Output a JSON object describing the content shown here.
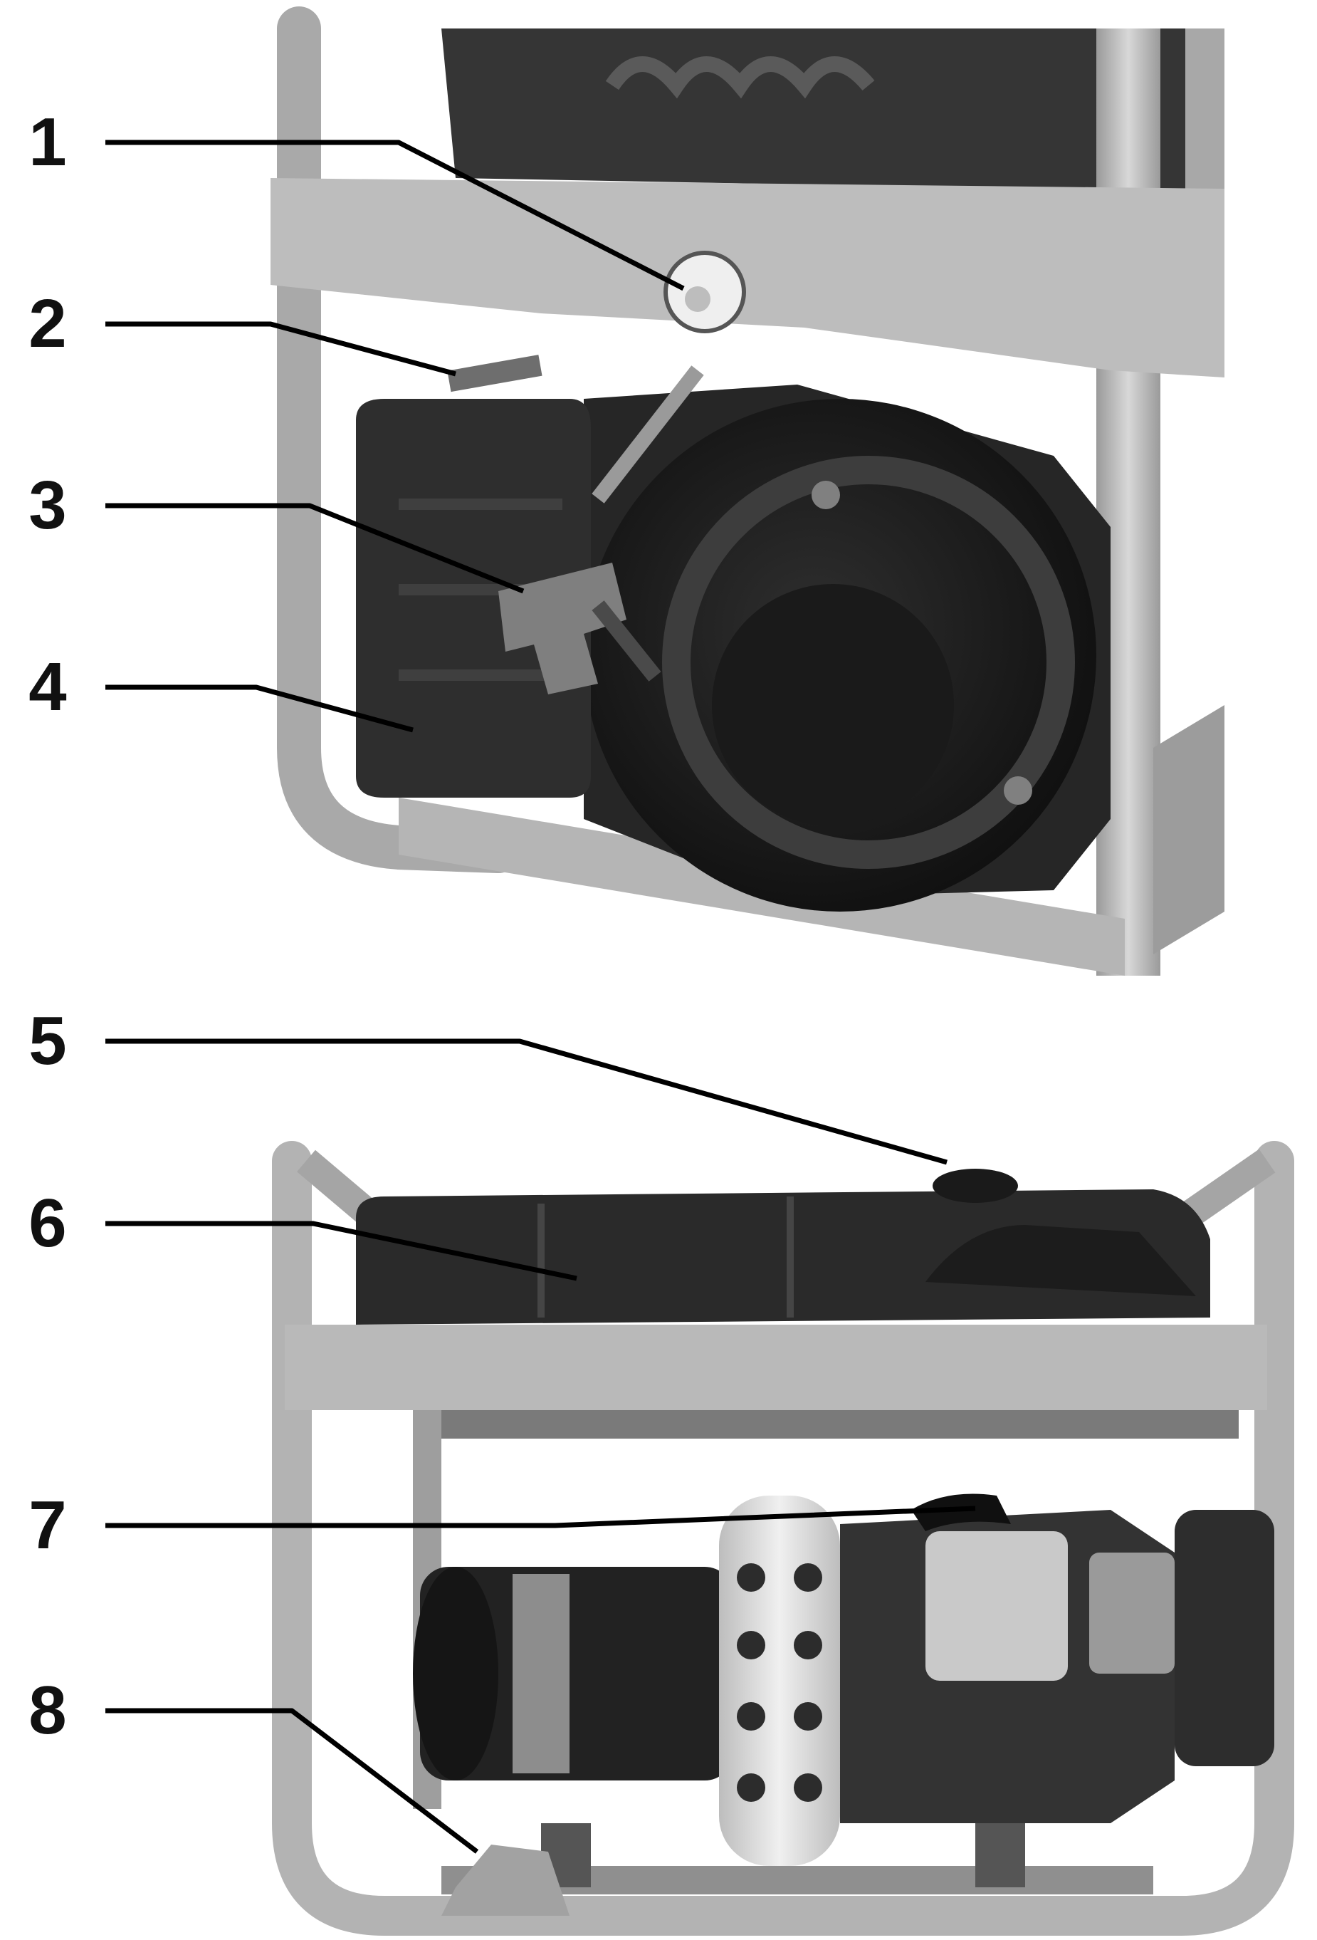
{
  "callouts": [
    {
      "label": "1"
    },
    {
      "label": "2"
    },
    {
      "label": "3"
    },
    {
      "label": "4"
    },
    {
      "label": "5"
    },
    {
      "label": "6"
    },
    {
      "label": "7"
    },
    {
      "label": "8"
    }
  ],
  "colors": {
    "frame": "#b8b8b8",
    "frame_light": "#d6d6d6",
    "engine_dark": "#1e1e1e",
    "engine_mid": "#3c3c3c",
    "cover": "#2a2a2a",
    "metal_light": "#c9c9c9",
    "leader": "#000000"
  }
}
